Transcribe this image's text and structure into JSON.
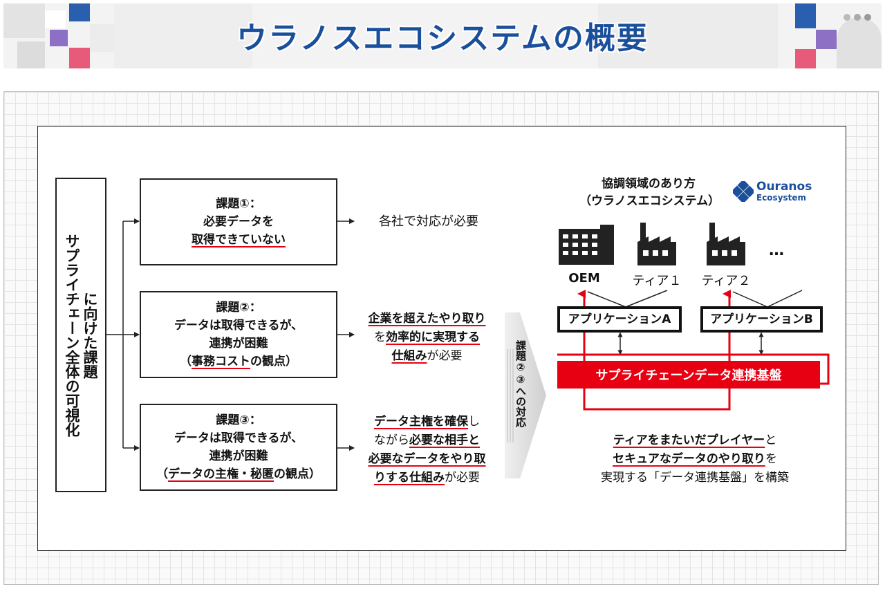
{
  "header": {
    "title": "ウラノスエコシステムの概要"
  },
  "left": {
    "vertical_title_col1": "サプライチェーン全体の可視化",
    "vertical_title_col2": "に向けた課題"
  },
  "issues": [
    {
      "label": "課題①：",
      "line1": "必要データを",
      "line2": "取得できていない",
      "line3": ""
    },
    {
      "label": "課題②：",
      "line1": "データは取得できるが、",
      "line2": "連携が困難",
      "line3_prefix": "（",
      "line3_ul": "事務コスト",
      "line3_suffix": "の観点）"
    },
    {
      "label": "課題③：",
      "line1": "データは取得できるが、",
      "line2": "連携が困難",
      "line3_prefix": "（",
      "line3_ul": "データの主権・秘匿",
      "line3_suffix": "の観点）"
    }
  ],
  "responses": {
    "r1": "各社で対応が必要",
    "r2_l1": "企業を超えたやり取り",
    "r2_l2_pre": "を",
    "r2_l2_ul": "効率的に実現する",
    "r2_l3_ul": "仕組み",
    "r2_l3_post": "が必要",
    "r3_l1_ul": "データ主権を確保",
    "r3_l1_post": "し",
    "r3_l2_pre": "ながら",
    "r3_l2_ul": "必要な相手と",
    "r3_l3_ul": "必要なデータをやり取",
    "r3_l4_ul": "りする仕組み",
    "r3_l4_post": "が必要"
  },
  "chevron_text": "課題②③への対応",
  "right": {
    "heading_l1": "協調領域のあり方",
    "heading_l2": "（ウラノスエコシステム）",
    "logo_l1": "Ouranos",
    "logo_l2": "Ecosystem",
    "oem_label": "OEM",
    "tier1_label": "ティア１",
    "tier2_label": "ティア２",
    "ellipsis": "…",
    "app_a": "アプリケーションA",
    "app_b": "アプリケーションB",
    "platform": "サプライチェーンデータ連携基盤",
    "summary_l1_ul": "ティアをまたいだプレイヤー",
    "summary_l1_post": "と",
    "summary_l2_ul": "セキュアなデータのやり取り",
    "summary_l2_post": "を",
    "summary_l3": "実現する「データ連携基盤」を構築"
  },
  "colors": {
    "title_blue": "#1a4f9c",
    "accent_red": "#e60012",
    "line": "#222222"
  }
}
